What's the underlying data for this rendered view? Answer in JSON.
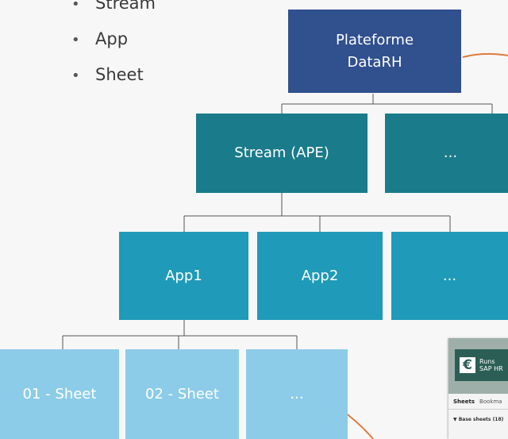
{
  "bullets": [
    "Stream",
    "App",
    "Sheet"
  ],
  "nodes": {
    "root": "Plateforme\nDataRH",
    "stream_ape": "Stream (APE)",
    "stream_more": "...",
    "app1": "App1",
    "app2": "App2",
    "app_more": "...",
    "sheet1": "01 - Sheet",
    "sheet2": "02 - Sheet",
    "sheet_more": "..."
  },
  "thumbnail": {
    "icon_symbol": "€",
    "card_title": "Runs\nSAP HR",
    "tab_sheets": "Sheets",
    "tab_bookmarks": "Bookma",
    "section": "▼ Base sheets (18)"
  },
  "colors": {
    "root": "#30508e",
    "stream": "#1a7b8a",
    "app": "#1f9ab8",
    "sheet": "#8ccce8",
    "annotation": "#e07a3a"
  }
}
